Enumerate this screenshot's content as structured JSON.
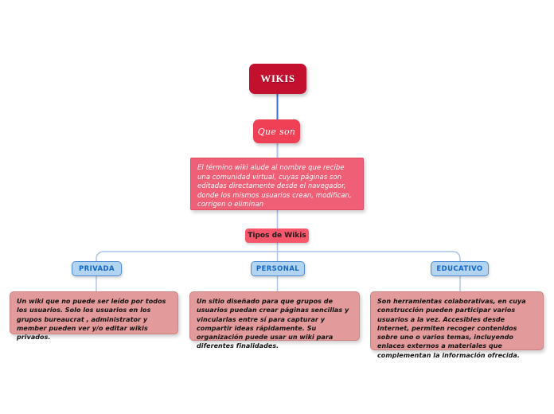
{
  "diagram": {
    "title": "Mapa conceptual Wikis",
    "colors": {
      "root_fill": "#c4102f",
      "subnode_fill": "#ef4056",
      "definition_fill": "#ef5f75",
      "tipos_fill": "#f7566b",
      "category_fill": "#b3d4f0",
      "category_border": "#4f8fd6",
      "category_text": "#1166cc",
      "leaf_fill": "#e29a9a",
      "leaf_border": "#c98383",
      "edge_primary": "#3b6fd4",
      "edge_secondary": "#a8c4ec",
      "canvas": "#ffffff"
    },
    "root": {
      "label": "WIKIS"
    },
    "branch_quesom": {
      "label": "Que son"
    },
    "definition": {
      "text": "El término wiki  alude al nombre que recibe una comunidad virtual, cuyas páginas son editadas directamente desde el navegador, donde los mismos usuarios crean, modifican, corrigen o eliminan"
    },
    "tipos": {
      "label": "Tipos de Wikis"
    },
    "categories": [
      {
        "label": "PRIVADA",
        "description": "Un wiki que no puede ser leído por todos los usuarios. Solo los usuarios en los grupos bureaucrat , administrator y member pueden ver y/o editar wikis privados."
      },
      {
        "label": "PERSONAL",
        "description": "Un sitio diseñado para que grupos de usuarios puedan crear páginas sencillas y vincularlas entre sí para capturar y compartir ideas rápidamente. Su organización puede usar un wiki para diferentes finalidades."
      },
      {
        "label": "EDUCATIVO",
        "description": "Son herramientas colaborativas, en cuya construcción pueden participar varios usuarios a la vez. Accesibles desde Internet, permiten recoger contenidos sobre uno o varios temas, incluyendo enlaces externos a materiales que complementan la información ofrecida."
      }
    ]
  }
}
